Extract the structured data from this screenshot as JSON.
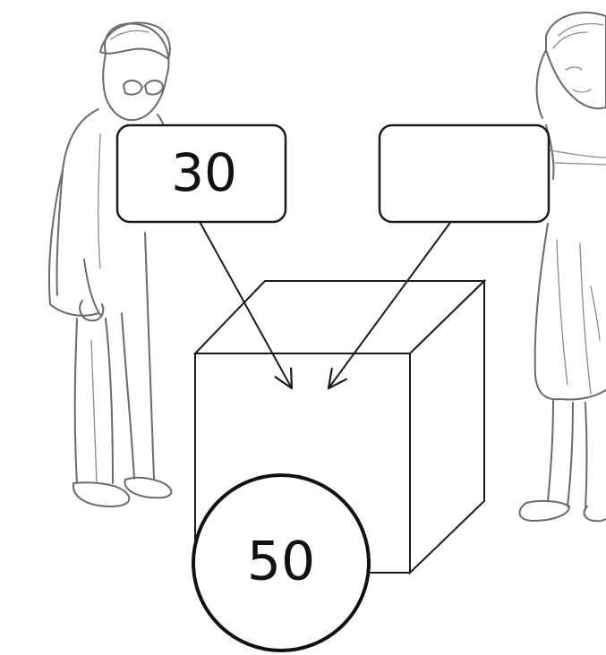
{
  "diagram": {
    "left_box": {
      "value": "30"
    },
    "right_box": {
      "value": ""
    },
    "total_circle": {
      "value": "50"
    }
  },
  "figures": {
    "left": "boy",
    "right": "girl"
  },
  "colors": {
    "stroke": "#1a1a1a",
    "sketch": "#6a6a6a",
    "background": "#ffffff"
  }
}
